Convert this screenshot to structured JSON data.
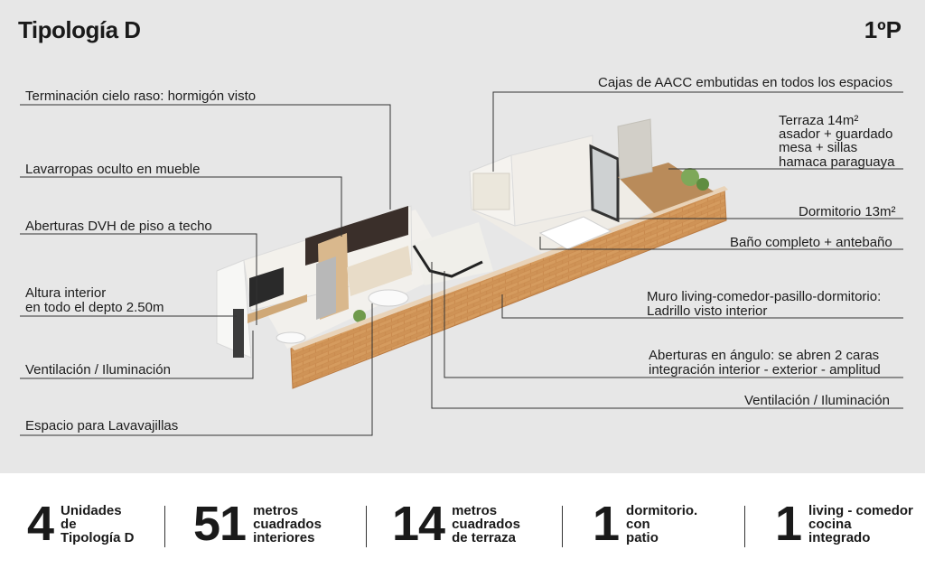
{
  "header": {
    "title": "Tipología D",
    "floor": "1ºP"
  },
  "labels_left": [
    "Terminación cielo raso: hormigón visto",
    "Lavarropas oculto en mueble",
    "Aberturas DVH de piso a techo",
    "Altura interior",
    "en todo el depto  2.50m",
    "Ventilación / Iluminación",
    "Espacio para Lavavajillas"
  ],
  "labels_right": [
    "Cajas de AACC embutidas en todos los espacios",
    "Terraza 14m²",
    "asador + guardado",
    "mesa + sillas",
    "hamaca paraguaya",
    "Dormitorio  13m²",
    "Baño completo + antebaño",
    "Muro living-comedor-pasillo-dormitorio:",
    "Ladrillo visto interior",
    "Aberturas en ángulo: se abren 2 caras",
    "integración interior - exterior - amplitud",
    "Ventilación / Iluminación"
  ],
  "stats": [
    {
      "num": "4",
      "text": "Unidades\nde\nTipología D"
    },
    {
      "num": "51",
      "text": "metros\ncuadrados\ninteriores"
    },
    {
      "num": "14",
      "text": "metros\ncuadrados\nde terraza"
    },
    {
      "num": "1",
      "text": "dormitorio.\ncon\npatio"
    },
    {
      "num": "1",
      "text": "living - comedor\ncocina\nintegrado"
    }
  ]
}
